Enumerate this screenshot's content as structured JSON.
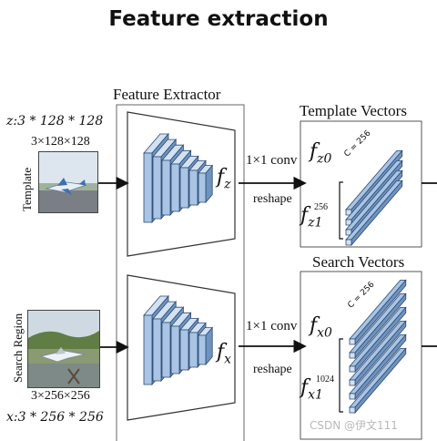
{
  "title": "Feature extraction",
  "template_branch": {
    "shape_formula": "z:3 * 128 * 128",
    "size_label": "3×128×128",
    "side_label": "Template"
  },
  "search_branch": {
    "shape_formula": "x:3 * 256 * 256",
    "size_label": "3×256×256",
    "side_label": "Search Region"
  },
  "extractor": {
    "title": "Feature Extractor",
    "template_output": "f_z",
    "search_output": "f_x"
  },
  "template_vectors": {
    "title": "Template Vectors",
    "conv_label": "1×1 conv",
    "reshape_label": "reshape",
    "vector_label_top": "f_z0",
    "vector_label_bottom": "f_z1",
    "count_label": "256",
    "channel_label": "C = 256"
  },
  "search_vectors": {
    "title": "Search Vectors",
    "conv_label": "1×1 conv",
    "reshape_label": "reshape",
    "vector_label_top": "f_x0",
    "vector_label_bottom": "f_x1",
    "count_label": "1024",
    "channel_label": "C = 256"
  },
  "watermark": "CSDN @伊文111",
  "colors": {
    "block_face": "#a9c4e4",
    "block_side": "#6f93bf",
    "block_top": "#d3e2f2",
    "block_edge": "#2c4a70",
    "sky": "#dfe7ee",
    "grass": "#6d8a4a"
  }
}
